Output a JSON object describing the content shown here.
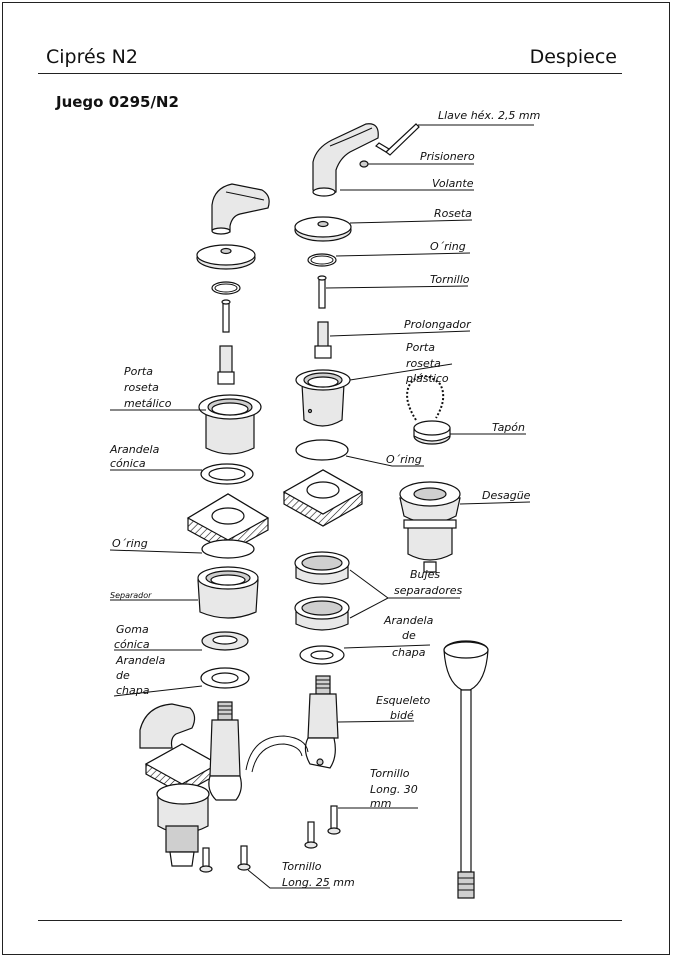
{
  "header": {
    "title": "Ciprés N2",
    "section": "Despiece"
  },
  "subtitle": "Juego 0295/N2",
  "labels": {
    "llave": "Llave héx. 2,5 mm",
    "prisionero": "Prisionero",
    "volante": "Volante",
    "roseta": "Roseta",
    "oring1": "O´ring",
    "tornillo": "Tornillo",
    "prolongador": "Prolongador",
    "porta_plastico_1": "Porta",
    "porta_plastico_2": "roseta",
    "porta_plastico_3": "plástico",
    "tapon": "Tapón",
    "oring2": "O´ring",
    "desague": "Desagüe",
    "porta_metal_1": "Porta",
    "porta_metal_2": "roseta",
    "porta_metal_3": "metálico",
    "arandela_conica_1": "Arandela",
    "arandela_conica_2": "cónica",
    "oring3": "O´ring",
    "separador": "Separador",
    "goma_1": "Goma",
    "goma_2": "cónica",
    "arandela_chapa_l1": "Arandela",
    "arandela_chapa_l2": "de",
    "arandela_chapa_l3": "chapa",
    "bujes_1": "Bujes",
    "bujes_2": "separadores",
    "arandela_chapa_r1": "Arandela",
    "arandela_chapa_r2": "de",
    "arandela_chapa_r3": "chapa",
    "esqueleto_1": "Esqueleto",
    "esqueleto_2": "bidé",
    "tornillo30_1": "Tornillo",
    "tornillo30_2": "Long. 30",
    "tornillo30_3": "mm",
    "tornillo25_1": "Tornillo",
    "tornillo25_2": "Long. 25 mm"
  }
}
